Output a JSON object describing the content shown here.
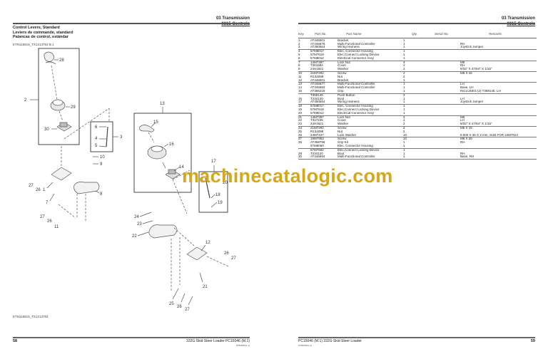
{
  "left_page": {
    "section": "03 Transmission",
    "subsection": "0315 Controls",
    "title_lines": [
      "Control Levers, Standard",
      "Leviers de commande, standard",
      "Palancas de control, estándar"
    ],
    "figure_id_top": "ETN116519_TX1213763 B.1",
    "figure_id_bottom": "ETN116519_TX1213763",
    "page_number": "58",
    "footer_text": "332G Skid Steer Loader   PC15046   (M.1)",
    "footer_code": "ST86656(G-1)",
    "callouts": [
      "2",
      "28",
      "29",
      "30",
      "3",
      "6",
      "4",
      "5",
      "10",
      "9",
      "1",
      "7",
      "8",
      "27",
      "26",
      "11",
      "13",
      "15",
      "16",
      "14",
      "17",
      "18",
      "19",
      "24",
      "23",
      "22",
      "12",
      "26",
      "27",
      "21",
      "25",
      "26",
      "27",
      "20"
    ]
  },
  "right_page": {
    "section": "03 Transmission",
    "subsection": "0315 Controls",
    "page_number": "59",
    "footer_text": "PC15046   (M.1)   332G Skid Steer Loader",
    "footer_code": "ST86656(G-1)",
    "table": {
      "headers": {
        "key": "Key",
        "part_no": "Part No.",
        "part_name": "Part Name",
        "qty": "Qty.",
        "serial_no": "Serial No.",
        "remarks": "Remarks"
      },
      "groups": [
        [
          {
            "key": "1",
            "part": "AT446501",
            "name": "Bracket",
            "qty": "1",
            "serial": "",
            "remarks": ""
          },
          {
            "key": "2",
            "part": "AT446678",
            "name": "Multi-Functional Controller",
            "qty": "1",
            "serial": "",
            "remarks": "RH"
          },
          {
            "key": "3",
            "part": "AT450564",
            "name": "Wiring Harness",
            "qty": "1",
            "serial": "",
            "remarks": "Joystick Jumper"
          }
        ],
        [
          {
            "key": "4",
            "part": "57M8017",
            "name": "Elec. Connector Housing",
            "qty": "1",
            "serial": "",
            "remarks": ""
          },
          {
            "key": "5",
            "part": "57M7619",
            "name": "Elec.Connect Locking Device",
            "qty": "1",
            "serial": "",
            "remarks": ""
          },
          {
            "key": "6",
            "part": "57M8012",
            "name": "Electrical Connector Assy",
            "qty": "1",
            "serial": "",
            "remarks": ""
          }
        ],
        [
          {
            "key": "7",
            "part": "14M7397",
            "name": "Lock Nut",
            "qty": "4",
            "serial": "",
            "remarks": "M6"
          },
          {
            "key": "8",
            "part": "T261684",
            "name": "Cover",
            "qty": "1",
            "serial": "",
            "remarks": "RH"
          },
          {
            "key": "9",
            "part": "24H1821",
            "name": "Washer",
            "qty": "2",
            "serial": "",
            "remarks": "9/32\" X 47/64\" X 1/16\""
          }
        ],
        [
          {
            "key": "10",
            "part": "21M7292",
            "name": "Screw",
            "qty": "2",
            "serial": "",
            "remarks": "M6 X 16"
          },
          {
            "key": "11",
            "part": "R134098",
            "name": "Nut",
            "qty": "2",
            "serial": "",
            "remarks": ""
          },
          {
            "key": "12",
            "part": "AT446501",
            "name": "Bracket",
            "qty": "1",
            "serial": "",
            "remarks": ""
          }
        ],
        [
          {
            "key": "13",
            "part": "AT446677",
            "name": "Multi-Functional Controller",
            "qty": "1",
            "serial": "",
            "remarks": "LH"
          },
          {
            "key": "14",
            "part": "AT446683",
            "name": "Multi-Functional Controller",
            "qty": "1",
            "serial": "",
            "remarks": "Base, LH"
          },
          {
            "key": "15",
            "part": "AT385218",
            "name": "Grip",
            "qty": "1",
            "serial": "",
            "remarks": "INCLUDES (2) T358145, LH"
          }
        ],
        [
          {
            "key": "",
            "part": "T358145",
            "name": "Push Button",
            "qty": "2",
            "serial": "",
            "remarks": ""
          },
          {
            "key": "16",
            "part": "T234120",
            "name": "Boot",
            "qty": "1",
            "serial": "",
            "remarks": "LH"
          },
          {
            "key": "17",
            "part": "AT450564",
            "name": "Wiring Harness",
            "qty": "1",
            "serial": "",
            "remarks": "Joystick Jumper"
          }
        ],
        [
          {
            "key": "18",
            "part": "57M8017",
            "name": "Elec. Connector Housing",
            "qty": "1",
            "serial": "",
            "remarks": ""
          },
          {
            "key": "19",
            "part": "57M7619",
            "name": "Elec.Connect Locking Device",
            "qty": "1",
            "serial": "",
            "remarks": ""
          },
          {
            "key": "20",
            "part": "57M8012",
            "name": "Electrical Connector Assy",
            "qty": "1",
            "serial": "",
            "remarks": ""
          }
        ],
        [
          {
            "key": "21",
            "part": "14M7397",
            "name": "Lock Nut",
            "qty": "4",
            "serial": "",
            "remarks": "M6"
          },
          {
            "key": "22",
            "part": "T317226",
            "name": "Cover",
            "qty": "1",
            "serial": "",
            "remarks": "LH"
          },
          {
            "key": "23",
            "part": "24H1821",
            "name": "Washer",
            "qty": "2",
            "serial": "",
            "remarks": "9/32\" X 47/64\" X 1/16\""
          }
        ],
        [
          {
            "key": "24",
            "part": "21M7292",
            "name": "Screw",
            "qty": "2",
            "serial": "",
            "remarks": "M6 X 16"
          },
          {
            "key": "25",
            "part": "R134098",
            "name": "Nut",
            "qty": "2",
            "serial": "",
            "remarks": ""
          },
          {
            "key": "26",
            "part": "24M7437",
            "name": "Lock Washer",
            "qty": "10",
            "serial": "",
            "remarks": "6.500 X 35 X 3 mm, SUB FOR 24M7024"
          }
        ],
        [
          {
            "key": "27",
            "part": "19M7953",
            "name": "Screw",
            "qty": "10",
            "serial": "",
            "remarks": "M6 X 25"
          },
          {
            "key": "28",
            "part": "AT358796",
            "name": "Grip Kit",
            "qty": "1",
            "serial": "",
            "remarks": "RH"
          },
          {
            "key": "",
            "part": "57M8050",
            "name": "Elec. Connector Housing",
            "qty": "1",
            "serial": "",
            "remarks": ""
          }
        ],
        [
          {
            "key": "",
            "part": "57M7582",
            "name": "Elec.Connect Locking Device",
            "qty": "1",
            "serial": "",
            "remarks": ""
          },
          {
            "key": "29",
            "part": "T234120",
            "name": "Boot",
            "qty": "1",
            "serial": "",
            "remarks": "RH"
          },
          {
            "key": "30",
            "part": "AT446684",
            "name": "Multi-Functional Controller",
            "qty": "1",
            "serial": "",
            "remarks": "Base, RH"
          }
        ]
      ]
    }
  },
  "watermark": "machinecatalogic.com"
}
